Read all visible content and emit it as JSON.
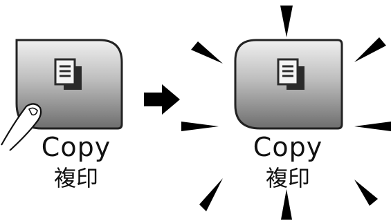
{
  "before": {
    "label_en": "Copy",
    "label_ja": "複印",
    "icon": "copy-documents-icon"
  },
  "after": {
    "label_en": "Copy",
    "label_ja": "複印",
    "icon": "copy-documents-icon"
  },
  "transition_icon": "right-arrow-icon",
  "press_icon": "pointing-finger-icon",
  "highlight_icon": "sparkle-rays-icon",
  "colors": {
    "button_top": "#e6e6e6",
    "button_bottom": "#6b6b6b",
    "button_border": "#222222",
    "icon_dark": "#2a2a2a"
  }
}
